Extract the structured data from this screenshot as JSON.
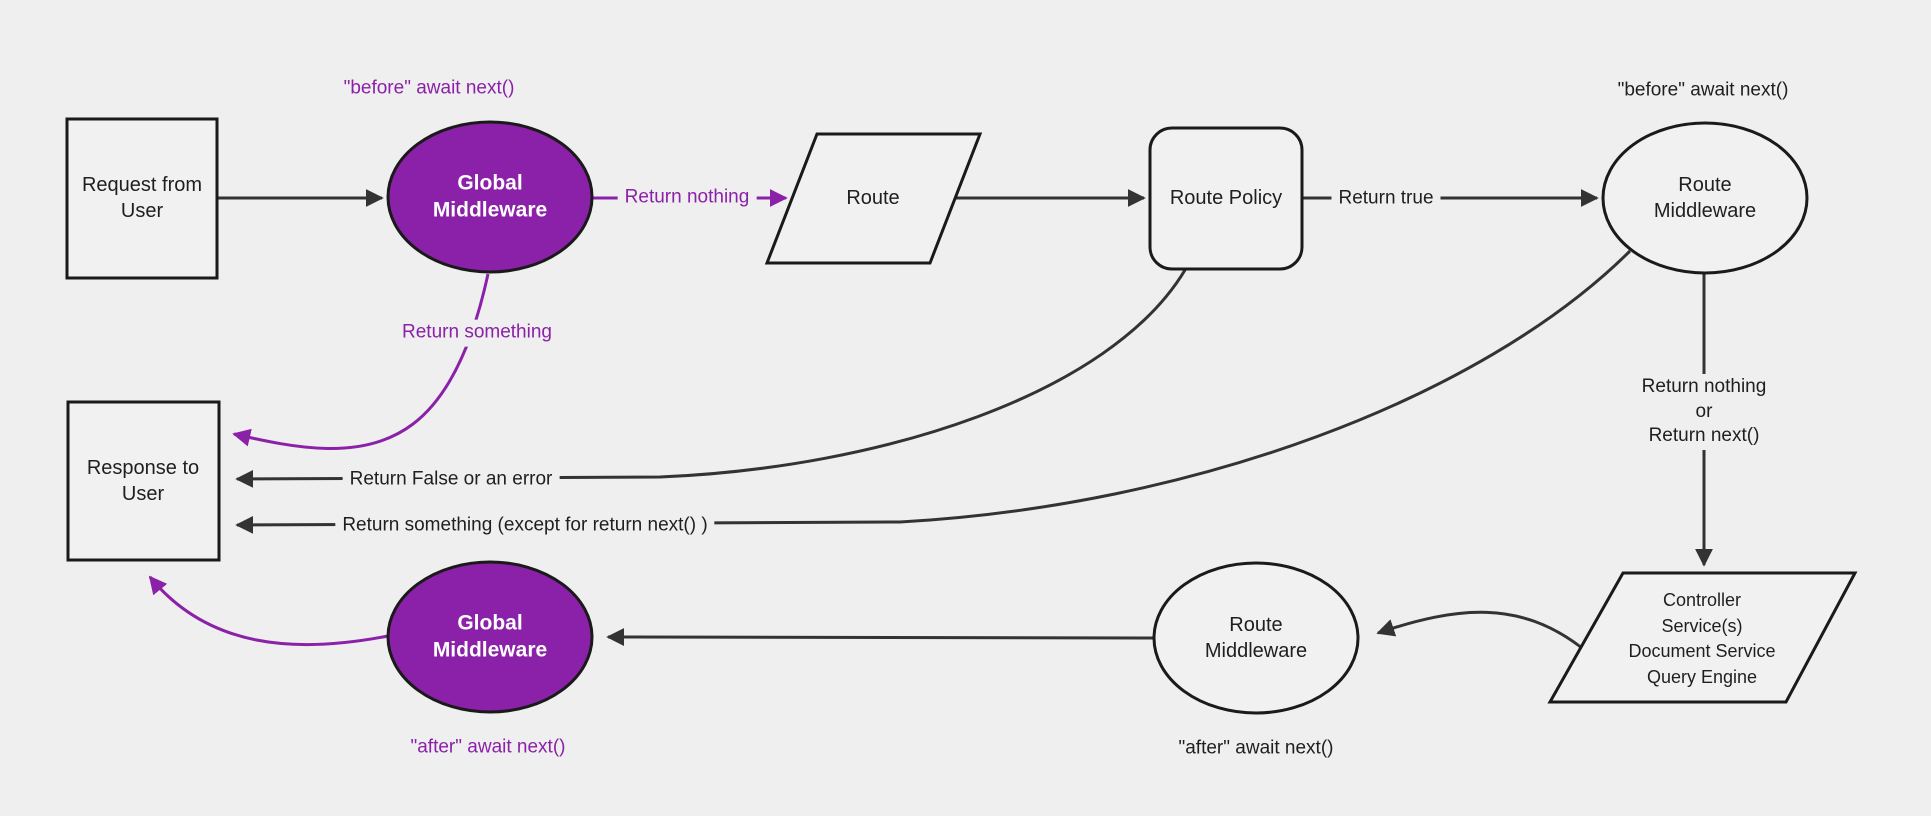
{
  "diagram": {
    "title": "Middleware request and response lifecycle flowchart",
    "nodes": {
      "request": {
        "label": "Request from\nUser",
        "shape": "rectangle"
      },
      "global_middleware_top": {
        "label": "Global\nMiddleware",
        "shape": "ellipse",
        "fill": "#8b21a8"
      },
      "route": {
        "label": "Route",
        "shape": "parallelogram"
      },
      "route_policy": {
        "label": "Route Policy",
        "shape": "rounded-rectangle"
      },
      "route_middleware_top": {
        "label": "Route\nMiddleware",
        "shape": "ellipse"
      },
      "controller": {
        "label": "Controller\nService(s)\nDocument Service\nQuery Engine",
        "shape": "parallelogram"
      },
      "route_middleware_bottom": {
        "label": "Route\nMiddleware",
        "shape": "ellipse"
      },
      "global_middleware_bottom": {
        "label": "Global\nMiddleware",
        "shape": "ellipse",
        "fill": "#8b21a8"
      },
      "response": {
        "label": "Response to\nUser",
        "shape": "rectangle"
      }
    },
    "edge_labels": {
      "before_await_next_global": "\"before\" await next()",
      "return_nothing": "Return nothing",
      "return_true": "Return true",
      "before_await_next_route": "\"before\" await next()",
      "return_nothing_or_next": "Return nothing\nor\nReturn next()",
      "after_await_next_route": "\"after\" await next()",
      "after_await_next_global": "\"after\" await next()",
      "return_something": "Return something",
      "return_false_or_error": "Return False or an error",
      "return_something_except": "Return something (except for return next() )"
    },
    "colors": {
      "background": "#efefef",
      "node_fill": "#f1f1f1",
      "node_border": "#1a1a1a",
      "edge": "#333333",
      "accent_purple": "#8b21a8",
      "text": "#1f1f1f",
      "ellipse_text_white": "#ffffff"
    }
  }
}
